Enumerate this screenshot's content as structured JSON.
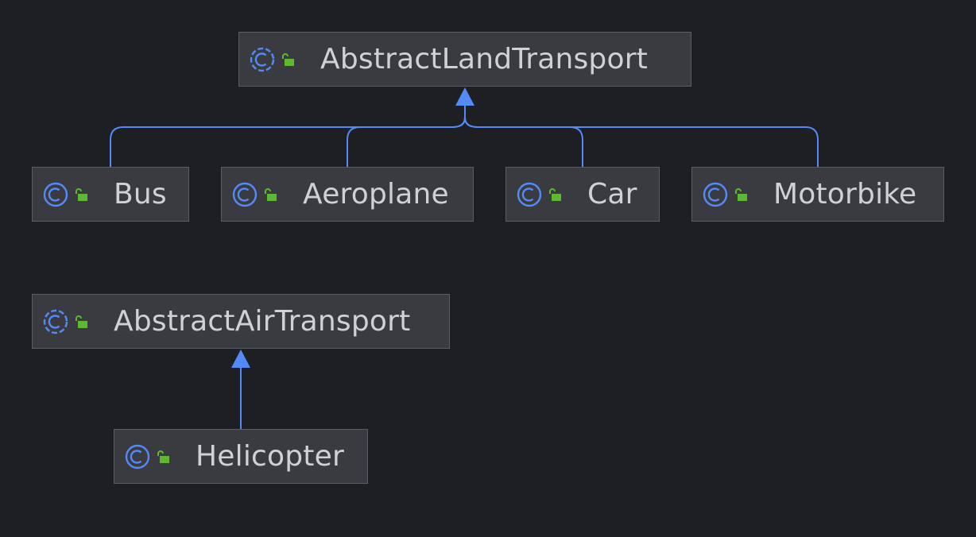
{
  "diagram": {
    "nodes": {
      "abstract_land_transport": {
        "label": "AbstractLandTransport",
        "kind": "abstract-class"
      },
      "bus": {
        "label": "Bus",
        "kind": "class"
      },
      "aeroplane": {
        "label": "Aeroplane",
        "kind": "class"
      },
      "car": {
        "label": "Car",
        "kind": "class"
      },
      "motorbike": {
        "label": "Motorbike",
        "kind": "class"
      },
      "abstract_air_transport": {
        "label": "AbstractAirTransport",
        "kind": "abstract-class"
      },
      "helicopter": {
        "label": "Helicopter",
        "kind": "class"
      }
    },
    "edges": [
      {
        "from": "bus",
        "to": "abstract_land_transport",
        "type": "extends"
      },
      {
        "from": "aeroplane",
        "to": "abstract_land_transport",
        "type": "extends"
      },
      {
        "from": "car",
        "to": "abstract_land_transport",
        "type": "extends"
      },
      {
        "from": "motorbike",
        "to": "abstract_land_transport",
        "type": "extends"
      },
      {
        "from": "helicopter",
        "to": "abstract_air_transport",
        "type": "extends"
      }
    ]
  },
  "colors": {
    "background": "#1e1f22",
    "node_fill": "#393b40",
    "node_border": "#5a5d63",
    "text": "#cfd1d6",
    "class_icon": "#548af7",
    "visibility_icon": "#5fb832",
    "edge": "#548af7"
  }
}
